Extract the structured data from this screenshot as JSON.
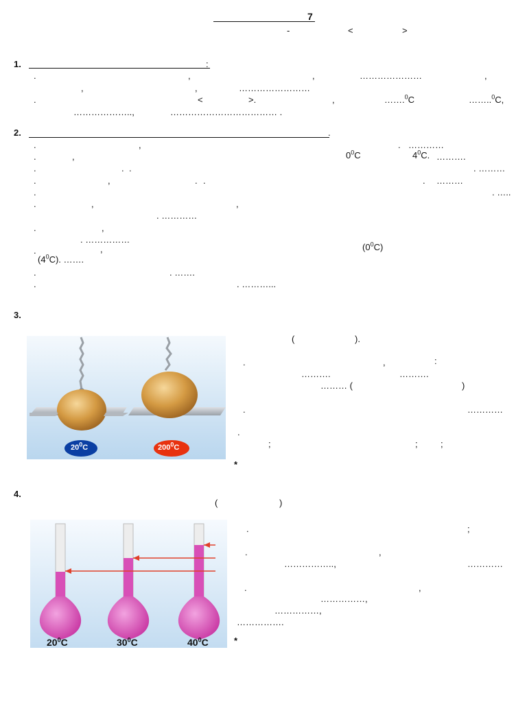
{
  "header": {
    "lesson_num": "7",
    "dash": "-",
    "lt": "<",
    "gt": ">"
  },
  "sec1": {
    "num": "1.",
    "colon": ":",
    "l1": [
      ".",
      ",",
      ",",
      "…………………",
      ","
    ],
    "l2": [
      ",",
      ",",
      "……………………"
    ],
    "l3": [
      ".",
      "<",
      ">.",
      ",",
      "……."
    ],
    "l3_c1": "C",
    "l3_dots2": "……..",
    "l3_c2": "C,",
    "l4": [
      "………………..,",
      "……………………………… ."
    ],
    "zero": "0"
  },
  "sec2": {
    "num": "2.",
    "period": ".",
    "r1": [
      ".",
      ",",
      ".",
      "…………"
    ],
    "r2": [
      ".",
      ",",
      "0",
      "C",
      "4",
      "C.",
      "………."
    ],
    "r3": [
      ".",
      ".",
      ".",
      ". ………"
    ],
    "r4": [
      ".",
      ",",
      ".",
      ".",
      ".",
      "………"
    ],
    "r5": [
      ".",
      ". ….."
    ],
    "r6": [
      ".",
      ",",
      ","
    ],
    "r7": [
      ". …………"
    ],
    "r8": [
      ".",
      ","
    ],
    "r9": [
      ". ……………"
    ],
    "r10": [
      ".",
      ","
    ],
    "r10_open": "(0",
    "r10_close": "C)",
    "r11": [
      "(4",
      "C). ……."
    ],
    "r12": [
      ".",
      ". ……."
    ],
    "r13": [
      ".",
      ". ………..."
    ]
  },
  "sec3": {
    "num": "3.",
    "labels": {
      "cold": "20",
      "cold_unit": "C",
      "hot": "200",
      "hot_unit": "C"
    },
    "t1": [
      "(",
      ")."
    ],
    "t2": [
      ".",
      ",",
      ":"
    ],
    "t3": [
      "……….",
      "………."
    ],
    "t4": [
      "……… (",
      ")"
    ],
    "t5": [
      ".",
      "…………"
    ],
    "t6": [
      "."
    ],
    "t7": [
      ";",
      ";",
      ";"
    ],
    "star": "*"
  },
  "sec4": {
    "num": "4.",
    "paren": [
      "(",
      ")"
    ],
    "labels": {
      "a": "20",
      "a_unit": "C",
      "b": "30",
      "b_unit": "C",
      "c": "40",
      "c_unit": "C"
    },
    "t1": [
      ".",
      ";"
    ],
    "t2": [
      ".",
      ","
    ],
    "t3": [
      "……………..,",
      "…………"
    ],
    "t4": [
      ".",
      ","
    ],
    "t5": [
      "……………,"
    ],
    "t6": [
      "……………,"
    ],
    "t7": [
      "……………."
    ],
    "star": "*"
  },
  "colors": {
    "blue_badge": "#0b3fa3",
    "red_badge": "#e8320f",
    "liquid": "#d84fb7",
    "arrow": "#e0402b",
    "sky": "#cfe3f5"
  }
}
